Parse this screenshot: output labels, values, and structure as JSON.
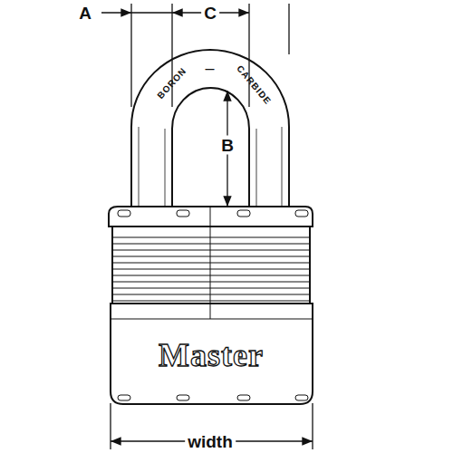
{
  "diagram": {
    "labels": [
      "A",
      "C",
      "B",
      "BORON",
      "—",
      "CARBIDE",
      "Master",
      "width"
    ]
  }
}
